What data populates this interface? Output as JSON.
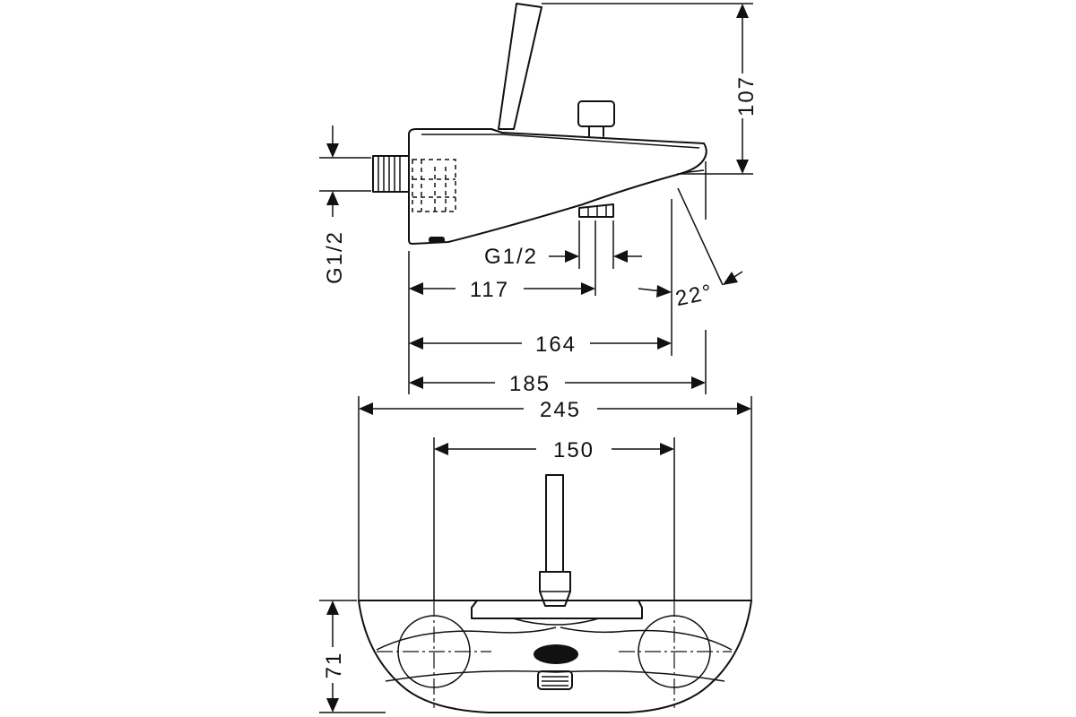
{
  "dimensions": {
    "height_top": "107",
    "thread_left": "G1/2",
    "thread_outlet": "G1/2",
    "len_117": "117",
    "len_164": "164",
    "len_185": "185",
    "angle": "22°",
    "width_245": "245",
    "width_150": "150",
    "depth_71": "71"
  }
}
